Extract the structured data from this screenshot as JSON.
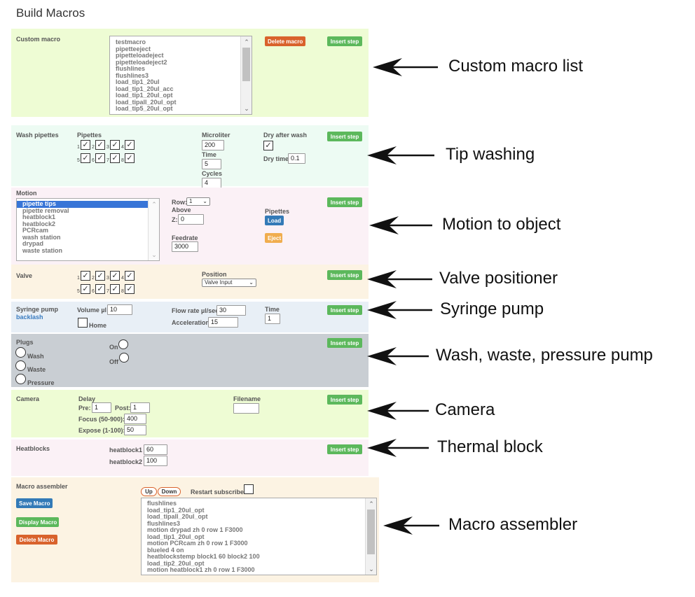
{
  "page_title": "Build Macros",
  "insert_step_label": "Insert step",
  "custom_macro": {
    "label": "Custom macro",
    "delete_label": "Delete macro",
    "items": [
      "testmacro",
      "pipetteeject",
      "pipetteloadeject",
      "pipetteloadeject2",
      "flushlines",
      "flushlines3",
      "load_tip1_20ul",
      "load_tip1_20ul_acc",
      "load_tip1_20ul_opt",
      "load_tipall_20ul_opt",
      "load_tip5_20ul_opt"
    ]
  },
  "wash": {
    "label": "Wash pipettes",
    "pipettes_label": "Pipettes",
    "pipette_numbers": [
      "1",
      "2",
      "3",
      "4",
      "5",
      "6",
      "7",
      "8"
    ],
    "microliter_label": "Microliter",
    "microliter_value": "200",
    "time_label": "Time",
    "time_value": "5",
    "cycles_label": "Cycles",
    "cycles_value": "4",
    "dry_after_label": "Dry after wash",
    "dry_time_label": "Dry time",
    "dry_time_value": "0.1"
  },
  "motion": {
    "label": "Motion",
    "items": [
      "pipette tips",
      "pipette removal",
      "heatblock1",
      "heatblock2",
      "PCRcam",
      "wash station",
      "drypad",
      "waste station"
    ],
    "row_label": "Row:",
    "row_value": "1",
    "above_label": "Above",
    "z_label": "Z:",
    "z_value": "0",
    "feedrate_label": "Feedrate",
    "feedrate_value": "3000",
    "pipettes_label": "Pipettes",
    "load_label": "Load",
    "eject_label": "Eject"
  },
  "valve": {
    "label": "Valve",
    "numbers": [
      "1",
      "2",
      "3",
      "4",
      "5",
      "6",
      "7",
      "8"
    ],
    "position_label": "Position",
    "position_value": "Valve Input"
  },
  "syringe": {
    "label": "Syringe pump",
    "backlash_label": "backlash",
    "volume_label": "Volume µl",
    "volume_value": "10",
    "home_label": "Home",
    "flow_label": "Flow rate µl/sec",
    "flow_value": "30",
    "accel_label": "Acceleration",
    "accel_value": "15",
    "time_label": "Time",
    "time_value": "1"
  },
  "plugs": {
    "label": "Plugs",
    "wash_label": "Wash",
    "waste_label": "Waste",
    "pressure_label": "Pressure",
    "on_label": "On",
    "off_label": "Off"
  },
  "camera": {
    "label": "Camera",
    "delay_label": "Delay",
    "pre_label": "Pre:",
    "pre_value": "1",
    "post_label": "Post:",
    "post_value": "1",
    "focus_label": "Focus (50-900):",
    "focus_value": "400",
    "expose_label": "Expose (1-100):",
    "expose_value": "50",
    "filename_label": "Filename",
    "filename_value": ""
  },
  "heatblocks": {
    "label": "Heatblocks",
    "hb1_label": "heatblock1",
    "hb1_value": "60",
    "hb2_label": "heatblock2",
    "hb2_value": "100"
  },
  "assembler": {
    "label": "Macro assembler",
    "save_label": "Save Macro",
    "display_label": "Display Macro",
    "delete_label": "Delete Macro",
    "up_label": "Up",
    "down_label": "Down",
    "restart_label": "Restart subscriber:",
    "lines": [
      "flushlines",
      "load_tip1_20ul_opt",
      "load_tipall_20ul_opt",
      "flushlines3",
      "motion drypad zh 0 row 1 F3000",
      "load_tip1_20ul_opt",
      "motion PCRcam zh 0 row 1 F3000",
      "blueled 4 on",
      "heatblockstemp block1 60 block2 100",
      "load_tip2_20ul_opt",
      "motion heatblock1 zh 0 row 1 F3000"
    ]
  },
  "annotations": [
    "Custom macro list",
    "Tip washing",
    "Motion to object",
    "Valve positioner",
    "Syringe pump",
    "Wash, waste, pressure pump",
    "Camera",
    "Thermal block",
    "Macro assembler"
  ],
  "colors": {
    "custom_bg": "#eefcd4",
    "wash_bg": "#edfbf3",
    "motion_bg": "#fbf1f6",
    "valve_bg": "#fcf3e3",
    "syringe_bg": "#e8eff6",
    "plugs_bg": "#c9ced3",
    "camera_bg": "#eefcd4",
    "heat_bg": "#fbf1f6",
    "assembler_bg": "#fcf3e3"
  }
}
